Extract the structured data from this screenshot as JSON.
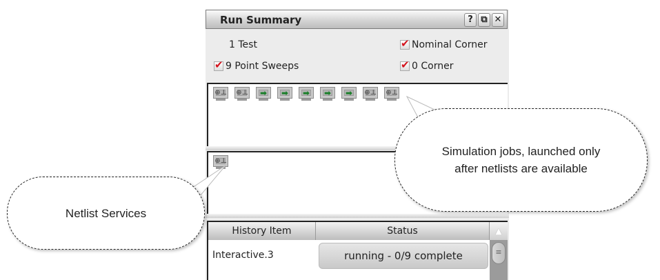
{
  "window": {
    "title": "Run Summary",
    "buttons": [
      {
        "name": "help",
        "glyph": "?"
      },
      {
        "name": "float",
        "glyph": "⧉"
      },
      {
        "name": "close",
        "glyph": "✕"
      }
    ]
  },
  "summary": {
    "test_count": "1 Test",
    "nominal_corner": {
      "label": "Nominal Corner",
      "checked": true
    },
    "point_sweeps": {
      "label": "9 Point Sweeps",
      "checked": true
    },
    "corner": {
      "label": "0 Corner",
      "checked": true
    }
  },
  "jobs": {
    "icons": [
      {
        "type": "netlist",
        "glyph": "⊕⊥"
      },
      {
        "type": "netlist",
        "glyph": "⊕⊥"
      },
      {
        "type": "running",
        "glyph": "➡"
      },
      {
        "type": "running",
        "glyph": "➡"
      },
      {
        "type": "running",
        "glyph": "➡"
      },
      {
        "type": "running",
        "glyph": "➡"
      },
      {
        "type": "running",
        "glyph": "➡"
      },
      {
        "type": "netlist",
        "glyph": "⊕⊥"
      },
      {
        "type": "netlist",
        "glyph": "⊕⊥"
      }
    ]
  },
  "netlist": {
    "icons": [
      {
        "type": "netlist",
        "glyph": "⊕⊥"
      }
    ]
  },
  "history": {
    "columns": [
      "History Item",
      "Status"
    ],
    "rows": [
      {
        "item": "Interactive.3",
        "status": "running - 0/9 complete"
      }
    ]
  },
  "callouts": {
    "simulation": "Simulation jobs, launched only after netlists are available",
    "netlist": "Netlist Services"
  }
}
